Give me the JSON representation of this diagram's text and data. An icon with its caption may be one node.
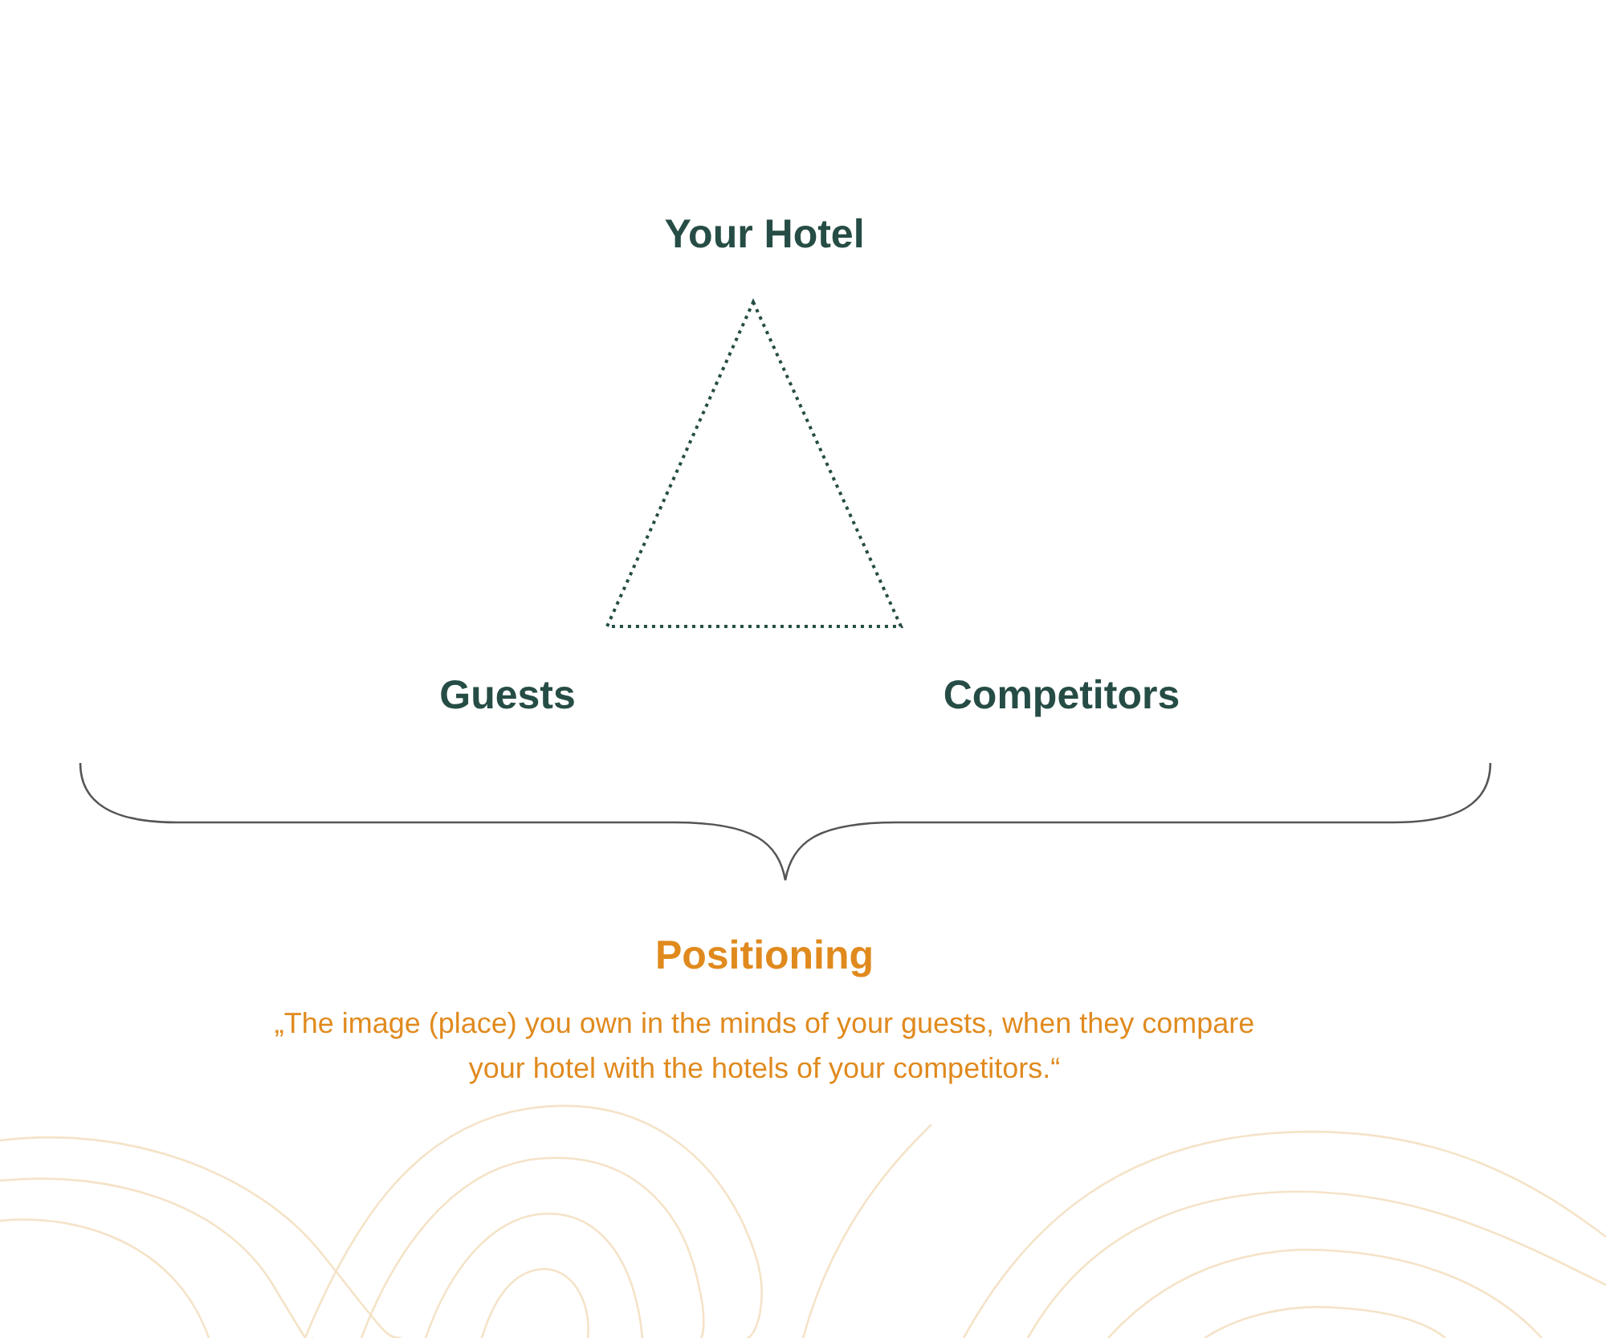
{
  "diagram": {
    "labels": [
      "Your Hotel",
      "Guests",
      "Competitors",
      "Positioning",
      "„The image (place) you own in the minds of your guests, when they compare your hotel with the hotels of your competitors.“"
    ]
  }
}
